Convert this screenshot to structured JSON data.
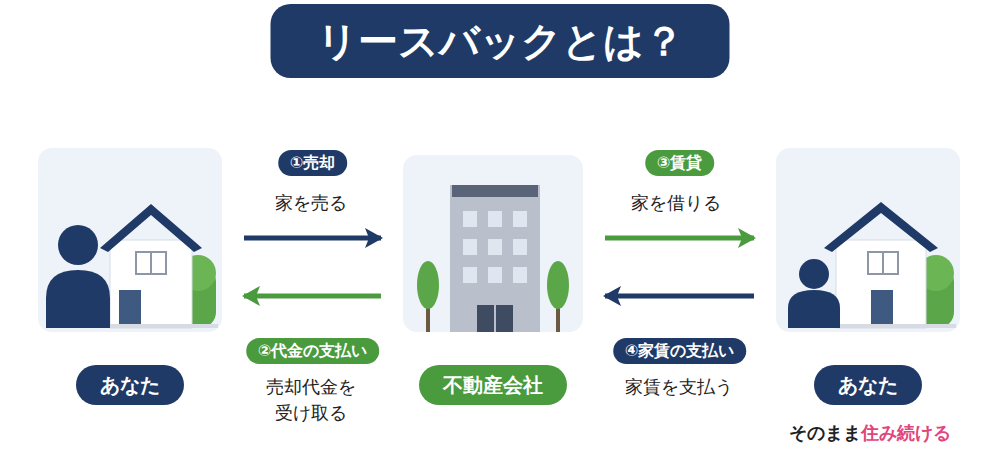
{
  "diagram": {
    "title": "リースバックとは？",
    "nodes": [
      {
        "text": [
          "あなた"
        ]
      },
      {
        "text": [
          "不動産会社"
        ]
      },
      {
        "text": [
          "あなた"
        ]
      }
    ],
    "edges": [
      {
        "from": 0,
        "to": 1,
        "label": "①売却",
        "arrow": "to"
      },
      {
        "from": 1,
        "to": 0,
        "label": "②代金の支払い",
        "arrow": "to"
      },
      {
        "from": 1,
        "to": 2,
        "label": "③賃貸",
        "arrow": "to"
      },
      {
        "from": 2,
        "to": 1,
        "label": "④家賃の支払い",
        "arrow": "to"
      }
    ],
    "labels": [
      "家を売る",
      "売却代金を 受け取る",
      "家を借りる",
      "家賃を支払う",
      "そのまま",
      "住み続ける"
    ]
  }
}
